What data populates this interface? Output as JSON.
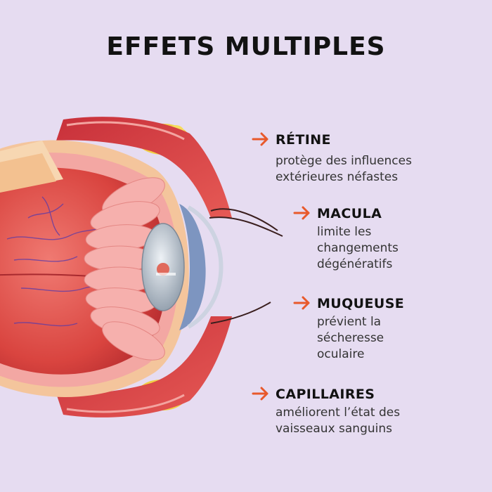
{
  "title": "EFFETS MULTIPLES",
  "colors": {
    "background": "#e6dcf1",
    "arrow": "#e8592b",
    "heading": "#121212"
  },
  "illustration": {
    "subject": "eye cross-section",
    "icon": "eye-anatomy-icon"
  },
  "callouts": [
    {
      "heading": "RÉTINE",
      "desc": [
        "protège des influences",
        "extérieures néfastes"
      ]
    },
    {
      "heading": "MACULA",
      "desc": [
        "limite les",
        "changements",
        "dégénératifs"
      ]
    },
    {
      "heading": "MUQUEUSE",
      "desc": [
        "prévient la",
        "sécheresse",
        "oculaire"
      ]
    },
    {
      "heading": "CAPILLAIRES",
      "desc": [
        "améliorent l’état des",
        "vaisseaux sanguins"
      ]
    }
  ]
}
